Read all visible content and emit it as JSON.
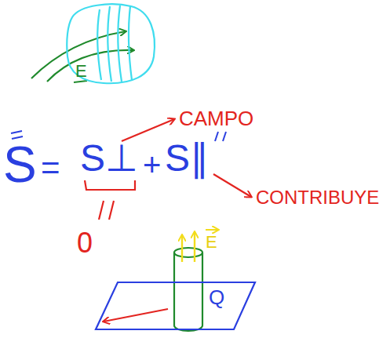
{
  "diagram": {
    "nodes": [
      {
        "text": [
          "E"
        ]
      },
      {
        "text": [
          "Q"
        ]
      }
    ],
    "labels": [
      "CAMPO",
      "S",
      "=",
      "S⊥",
      "+",
      "S∥",
      "CONTRIBUYE",
      "0",
      "E"
    ]
  }
}
